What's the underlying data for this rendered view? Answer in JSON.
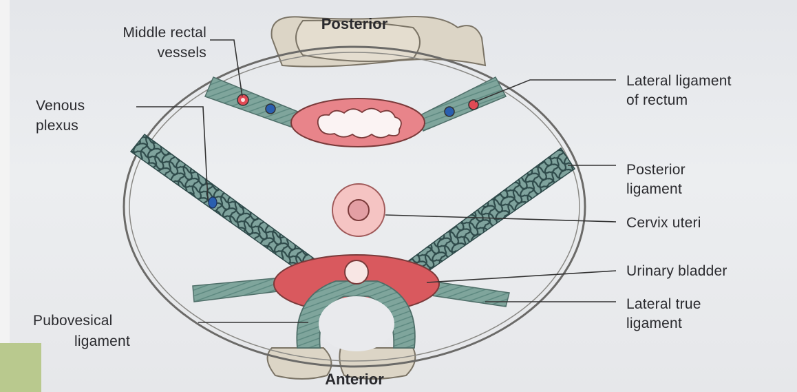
{
  "diagram": {
    "orientation_top": "Posterior",
    "orientation_bottom": "Anterior",
    "labels": {
      "middle_rectal_line1": "Middle rectal",
      "middle_rectal_line2": "vessels",
      "venous_line1": "Venous",
      "venous_line2": "plexus",
      "pubovesical_line1": "Pubovesical",
      "pubovesical_line2": "ligament",
      "lateral_lig_rectum_line1": "Lateral ligament",
      "lateral_lig_rectum_line2": "of rectum",
      "posterior_lig_line1": "Posterior",
      "posterior_lig_line2": "ligament",
      "cervix": "Cervix uteri",
      "bladder": "Urinary bladder",
      "lateral_true_line1": "Lateral true",
      "lateral_true_line2": "ligament"
    },
    "colors": {
      "ligament_green": "#6f9a92",
      "ligament_dark": "#2e4a4a",
      "organ_red": "#d95f62",
      "organ_pink": "#f2a9a6",
      "bone": "#d8d2c4",
      "artery": "#d1303a",
      "vein": "#2a5fb0"
    }
  }
}
